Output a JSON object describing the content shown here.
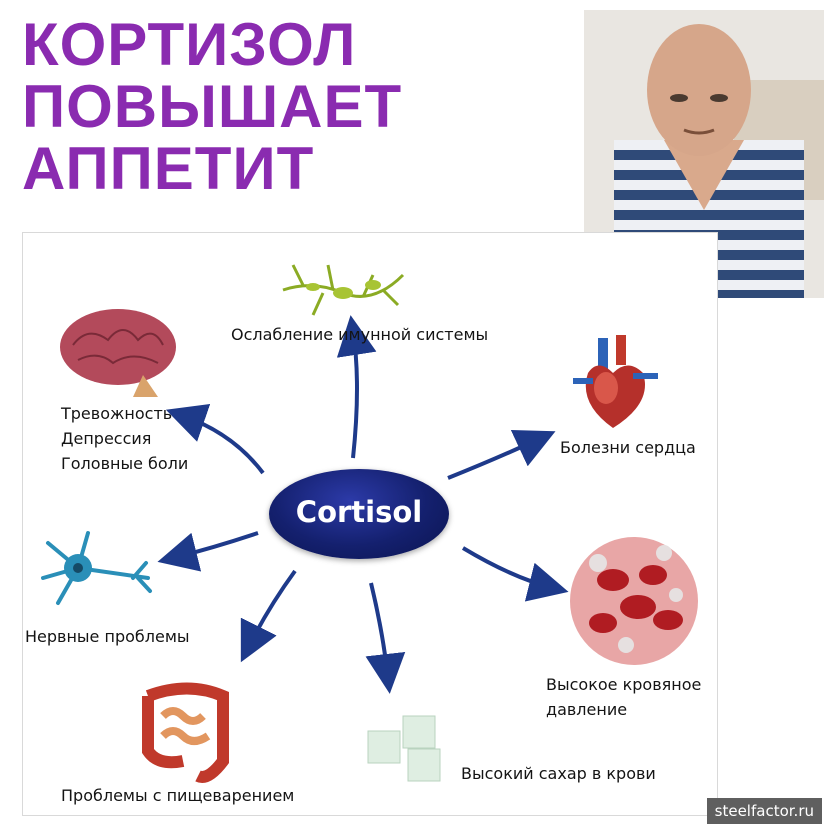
{
  "headline": {
    "line1": "КОРТИЗОЛ",
    "line2": "ПОВЫШАЕТ",
    "line3": "АППЕТИТ"
  },
  "diagram": {
    "center": "Cortisol",
    "labels": {
      "immune": "Ослабление имунной системы",
      "mental_line1": "Тревожность",
      "mental_line2": "Депрессия",
      "mental_line3": "Головные боли",
      "heart": "Болезни сердца",
      "nerves": "Нервные проблемы",
      "digestion": "Проблемы с пищеварением",
      "sugar": "Высокий сахар в крови",
      "pressure_line1": "Высокое кровяное",
      "pressure_line2": "давление"
    }
  },
  "watermark": "steelfactor.ru",
  "colors": {
    "headline": "#8a2bb0",
    "arrows": "#1e3a8a",
    "cortisol": "#14206e"
  }
}
